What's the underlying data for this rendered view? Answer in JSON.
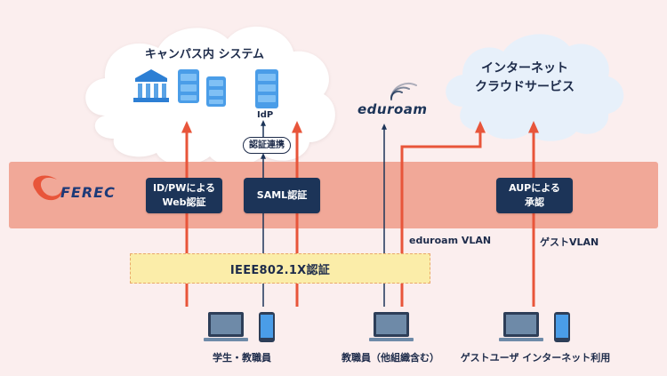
{
  "campus": {
    "title": "キャンパス内 システム",
    "idp_label": "IdP",
    "federation_label": "認証連携"
  },
  "internet": {
    "title_line1": "インターネット",
    "title_line2": "クラウドサービス"
  },
  "eduroam": {
    "logo_text": "eduroam"
  },
  "ferec": {
    "logo_text": "FEREC"
  },
  "auth_boxes": {
    "idpw": {
      "line1": "ID/PWによる",
      "line2": "Web認証"
    },
    "saml": {
      "label": "SAML認証"
    },
    "aup": {
      "line1": "AUPによる",
      "line2": "承認"
    }
  },
  "ieee_label": "IEEE802.1X認証",
  "vlans": {
    "eduroam": "eduroam VLAN",
    "guest": "ゲストVLAN"
  },
  "users": {
    "students": "学生・教職員",
    "staff": "教職員（他組織含む）",
    "guest": "ゲストユーザ インターネット利用"
  },
  "colors": {
    "accent_red": "#e8553a",
    "navy": "#1c3458",
    "band": "#f1a898",
    "ieee_fill": "#fbeda9"
  }
}
